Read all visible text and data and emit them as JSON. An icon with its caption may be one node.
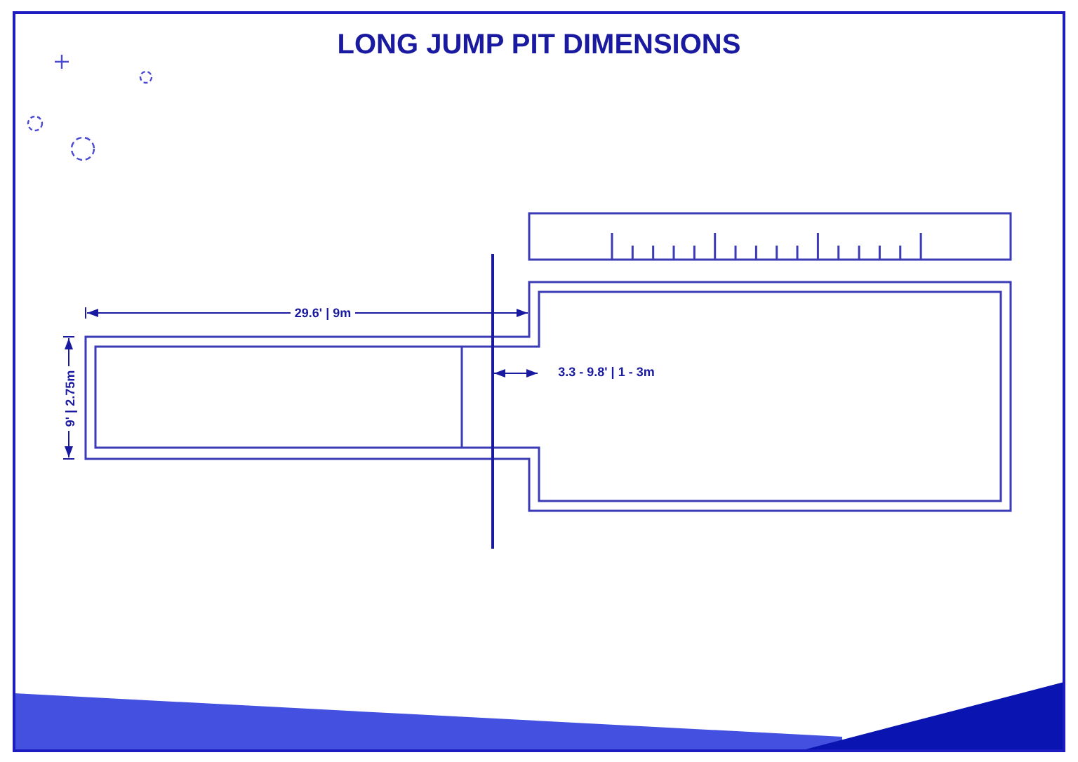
{
  "diagram": {
    "title": "LONG JUMP PIT DIMENSIONS",
    "labels": [
      "29.6' | 9m",
      "9' | 2.75m",
      "3.3 - 9.8' | 1 - 3m"
    ]
  }
}
